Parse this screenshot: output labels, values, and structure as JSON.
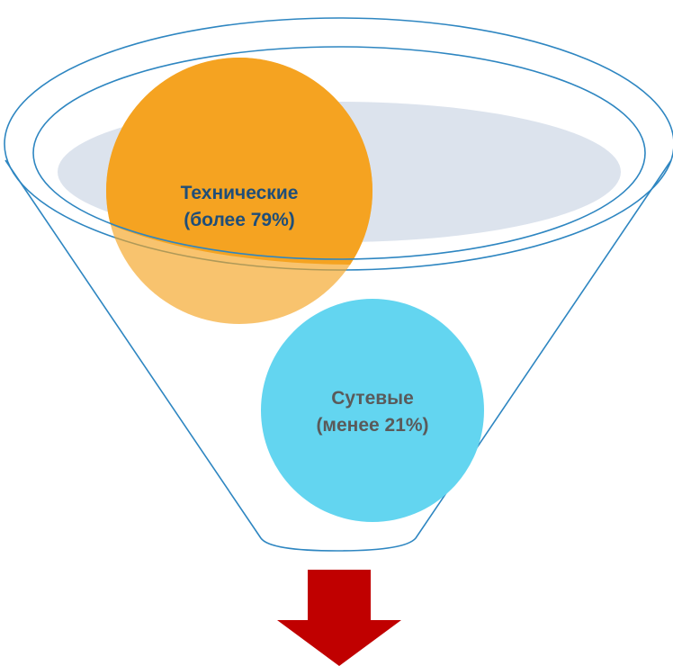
{
  "diagram": {
    "stages": [
      {
        "line1": "Технические",
        "line2": "(более 79%)",
        "color": "#F5A321",
        "text_color": "#1F4E79"
      },
      {
        "line1": "Сутевые",
        "line2": "(менее 21%)",
        "color": "#63D5F0",
        "text_color": "#5A5A5A"
      }
    ],
    "funnel_stroke": "#2E86C1",
    "inner_fill": "#DCE3ED",
    "arrow_color": "#C00000"
  }
}
